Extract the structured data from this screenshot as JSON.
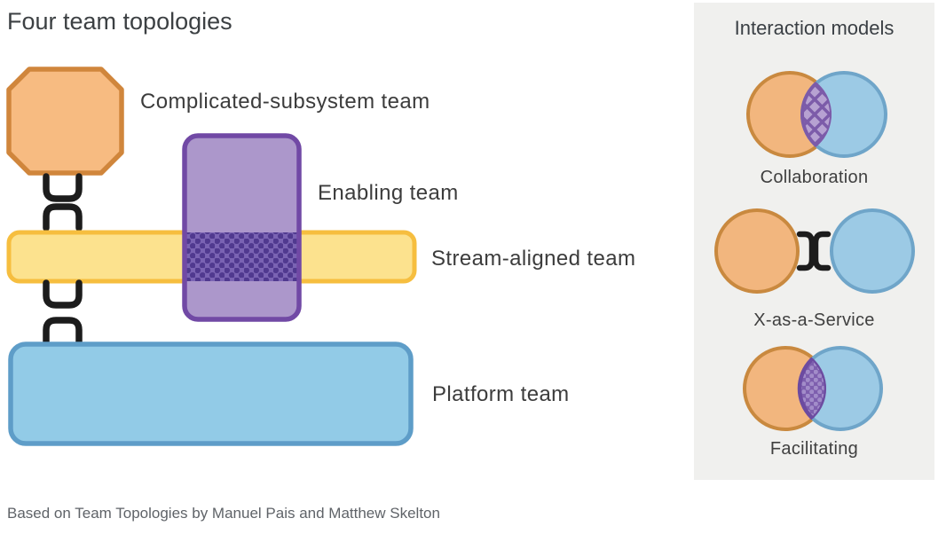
{
  "page": {
    "title": "Four team topologies",
    "attribution": "Based on Team Topologies by Manuel Pais and Matthew Skelton"
  },
  "diagram": {
    "teams": [
      {
        "id": "complicated-subsystem",
        "label": "Complicated-subsystem team",
        "shape": "octagon",
        "fill": "#F7BB81",
        "stroke": "#D0863C"
      },
      {
        "id": "enabling",
        "label": "Enabling team",
        "shape": "tall-rounded-rect",
        "fill": "#AC97CB",
        "stroke": "#7149A5"
      },
      {
        "id": "stream-aligned",
        "label": "Stream-aligned team",
        "shape": "wide-rounded-bar",
        "fill": "#FCE28E",
        "stroke": "#F6BE3F"
      },
      {
        "id": "platform",
        "label": "Platform team",
        "shape": "wide-rounded-rect",
        "fill": "#92CBE7",
        "stroke": "#5E9DC8"
      }
    ],
    "connectors": [
      {
        "from": "complicated-subsystem",
        "to": "stream-aligned",
        "type": "x-as-a-service-brackets"
      },
      {
        "from": "stream-aligned",
        "to": "platform",
        "type": "x-as-a-service-brackets"
      }
    ],
    "overlaps": [
      {
        "between": [
          "enabling",
          "stream-aligned"
        ],
        "pattern": "dotted",
        "fill": "#7A63B3",
        "dot_color": "#50398F"
      }
    ]
  },
  "interaction_panel": {
    "title": "Interaction models",
    "background": "#F0F0EE",
    "models": [
      {
        "label": "Collaboration",
        "depiction": "overlapping-circles-crosshatch-lens"
      },
      {
        "label": "X-as-a-Service",
        "depiction": "separated-circles-facing-brackets"
      },
      {
        "label": "Facilitating",
        "depiction": "overlapping-circles-dotted-lens"
      }
    ],
    "colors": {
      "circle_orange_fill": "#F2B67E",
      "circle_orange_stroke": "#C9893F",
      "circle_blue_fill": "#9CCAE5",
      "circle_blue_stroke": "#6FA5C9",
      "collab_lens_fill": "#B7A2D2",
      "collab_lens_stroke": "#7C5BA9",
      "facilitating_lens_fill": "#7E5FAE",
      "facilitating_dot": "#A28CC9",
      "bracket_color": "#1C1C1C"
    }
  }
}
